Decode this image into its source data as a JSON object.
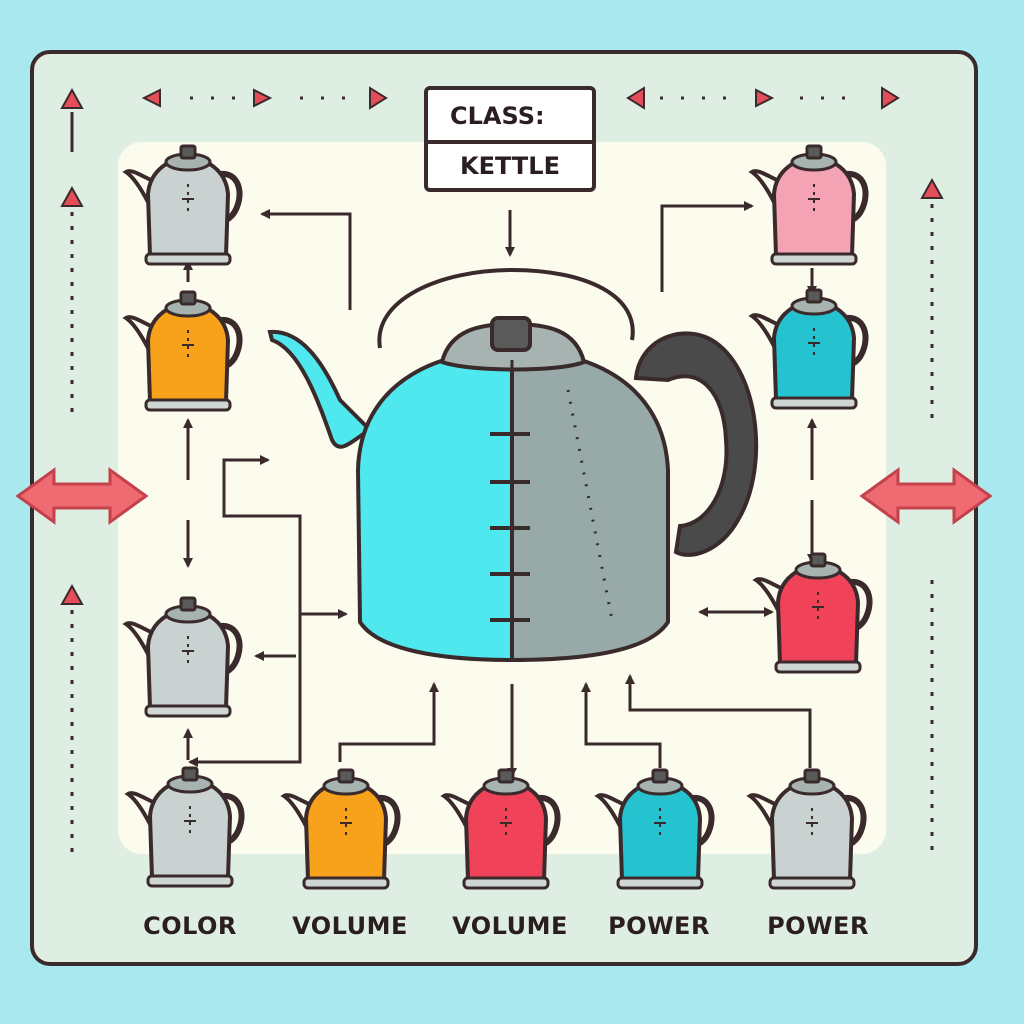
{
  "class_box": {
    "title": "CLASS:",
    "name": "KETTLE"
  },
  "attribute_labels": [
    "COLOR",
    "VOLUME",
    "VOLUME",
    "POWER",
    "POWER"
  ],
  "colors": {
    "background": "#a9e8ee",
    "frame": "#dfeee3",
    "inner_panel": "#fbfbee",
    "outline": "#3a2a2c",
    "arrow_red": "#f06a72",
    "kettle_cyan": "#4fe8ef",
    "kettle_gray": "#98aaa8",
    "kettle_orange": "#f7a21a",
    "kettle_red": "#f0435a",
    "kettle_teal": "#25c3cf",
    "kettle_pink": "#f3a3b4",
    "kettle_silver": "#c9d2d0"
  }
}
